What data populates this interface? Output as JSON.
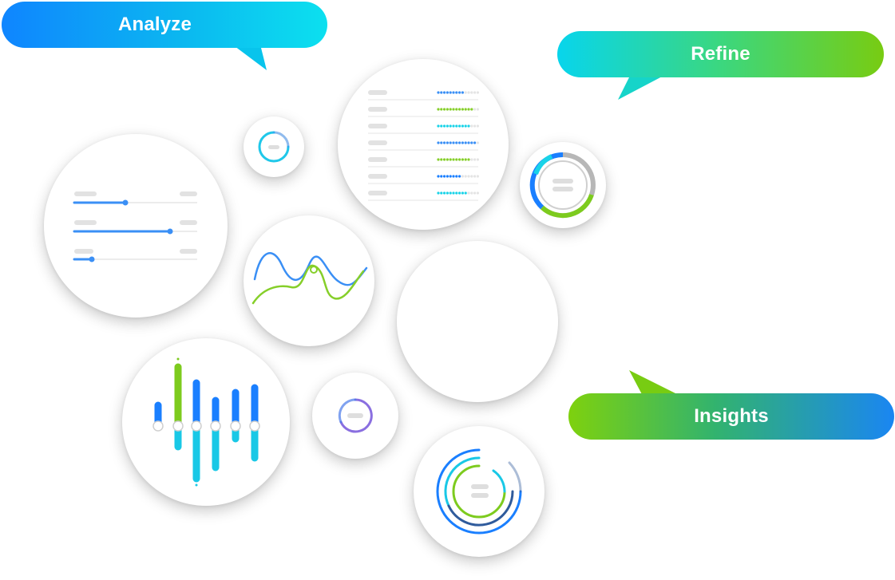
{
  "labels": {
    "analyze": "Analyze",
    "refine": "Refine",
    "insights": "Insights"
  },
  "colors": {
    "blue": "#1a7fff",
    "cyan": "#19d3e8",
    "green": "#7dcb1e",
    "purple": "#8a6fe0",
    "grey_bar": "#dcdcdc"
  },
  "icons": {
    "analyze_bubble": "speech-bubble",
    "refine_bubble": "speech-bubble",
    "insights_bubble": "speech-bubble"
  }
}
